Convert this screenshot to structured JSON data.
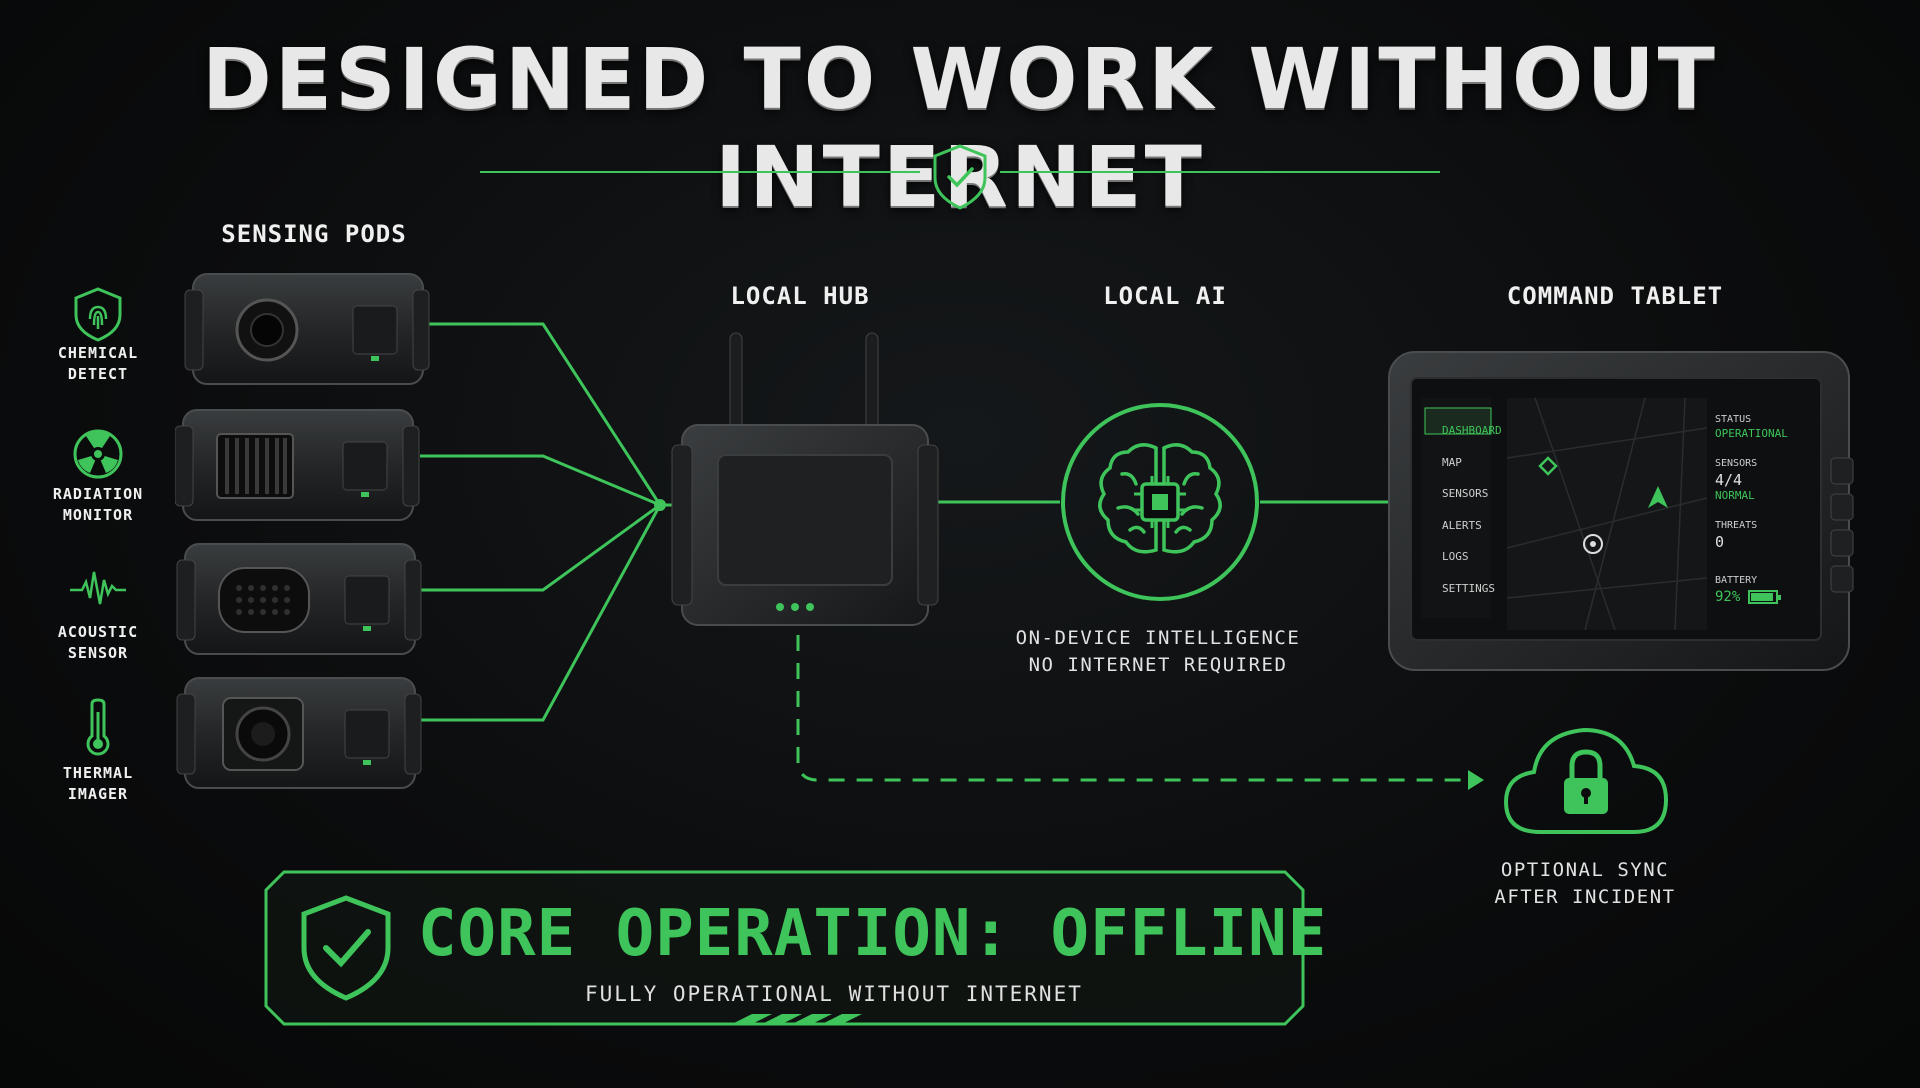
{
  "title": "DESIGNED TO WORK WITHOUT INTERNET",
  "colors": {
    "accent": "#3ec45a",
    "background": "#0b0c0d",
    "device": "#2a2c2d"
  },
  "sections": {
    "sensing_pods": "SENSING PODS",
    "local_hub": "LOCAL HUB",
    "local_ai": "LOCAL AI",
    "command_tablet": "COMMAND TABLET"
  },
  "sensors": [
    {
      "line1": "CHEMICAL",
      "line2": "DETECT",
      "icon": "shield-fingerprint-icon"
    },
    {
      "line1": "RADIATION",
      "line2": "MONITOR",
      "icon": "radiation-icon"
    },
    {
      "line1": "ACOUSTIC",
      "line2": "SENSOR",
      "icon": "waveform-icon"
    },
    {
      "line1": "THERMAL",
      "line2": "IMAGER",
      "icon": "thermometer-icon"
    }
  ],
  "ai_caption": {
    "line1": "ON-DEVICE INTELLIGENCE",
    "line2": "NO INTERNET REQUIRED"
  },
  "cloud_caption": {
    "line1": "OPTIONAL SYNC",
    "line2": "AFTER INCIDENT"
  },
  "tablet": {
    "menu": [
      "DASHBOARD",
      "MAP",
      "SENSORS",
      "ALERTS",
      "LOGS",
      "SETTINGS"
    ],
    "status_label": "STATUS",
    "status_value": "OPERATIONAL",
    "sensors_label": "SENSORS",
    "sensors_value": "4/4",
    "sensors_state": "NORMAL",
    "threats_label": "THREATS",
    "threats_value": "0",
    "battery_label": "BATTERY",
    "battery_value": "92%",
    "battery_level": 0.92
  },
  "banner": {
    "title": "CORE OPERATION: OFFLINE",
    "subtitle": "FULLY OPERATIONAL WITHOUT INTERNET"
  }
}
